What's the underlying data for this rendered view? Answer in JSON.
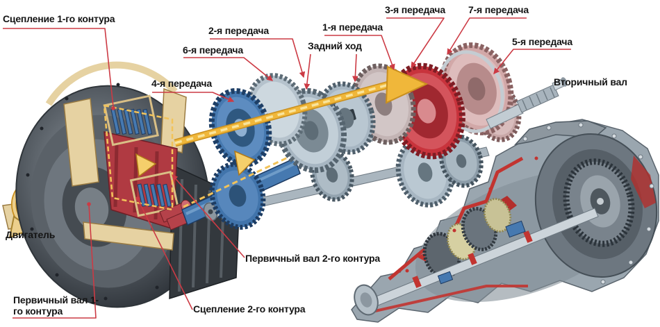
{
  "diagram": {
    "labels": {
      "clutch_circuit_1": "Сцепление 1-го контура",
      "gear_2": "2-я передача",
      "gear_6": "6-я передача",
      "gear_4": "4-я передача",
      "reverse": "Задний ход",
      "gear_1": "1-я передача",
      "gear_3": "3-я передача",
      "gear_7": "7-я передача",
      "gear_5": "5-я передача",
      "secondary_shaft": "Вторичный вал",
      "engine": "Двигатель",
      "primary_shaft_circuit_1": "Первичный вал 1-го контура",
      "primary_shaft_circuit_2": "Первичный вал 2-го контура",
      "clutch_circuit_2": "Сцепление 2-го контура"
    },
    "colors": {
      "leader": "#cc3a44",
      "label_text": "#141414",
      "flow_arrow": "#f0b73a",
      "flow_arrow_outline": "#c98f1e",
      "gear_blue": "#4679b0",
      "gear_steel": "#a7b6c2",
      "gear_red": "#c8333c",
      "gear_pink": "#d2a8a8",
      "cut_red": "#c23430",
      "housing_tan": "#e6d2a2",
      "background": "#ffffff"
    }
  }
}
